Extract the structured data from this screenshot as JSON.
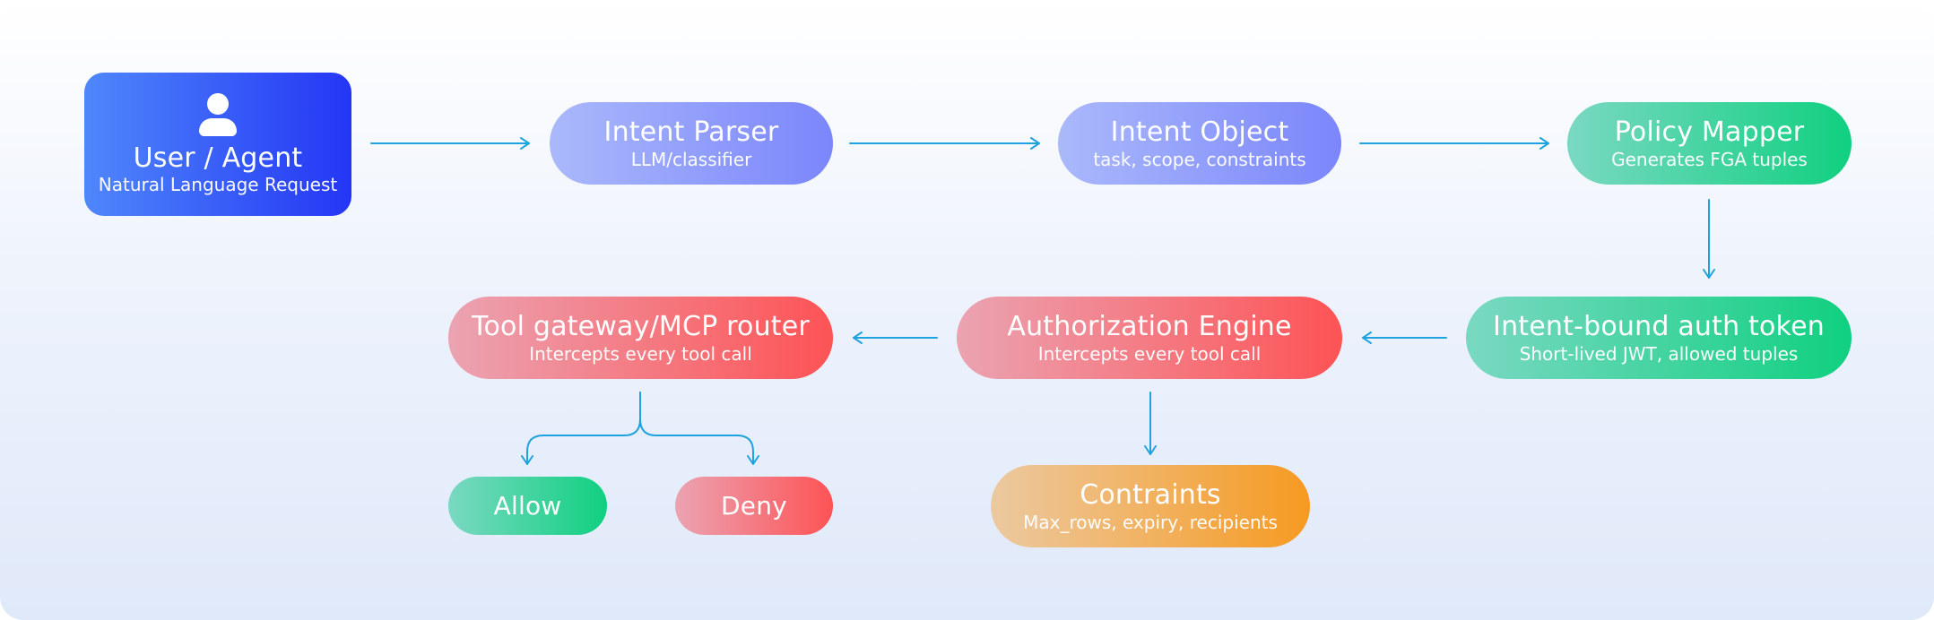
{
  "nodes": {
    "user": {
      "title": "User / Agent",
      "subtitle": "Natural Language Request",
      "icon": "user-icon"
    },
    "intent_parser": {
      "title": "Intent Parser",
      "subtitle": "LLM/classifier"
    },
    "intent_object": {
      "title": "Intent Object",
      "subtitle": "task, scope, constraints"
    },
    "policy_mapper": {
      "title": "Policy Mapper",
      "subtitle": "Generates FGA tuples"
    },
    "auth_token": {
      "title": "Intent-bound auth token",
      "subtitle": "Short-lived JWT, allowed tuples"
    },
    "auth_engine": {
      "title": "Authorization Engine",
      "subtitle": "Intercepts every tool call"
    },
    "tool_gateway": {
      "title": "Tool gateway/MCP router",
      "subtitle": "Intercepts every tool call"
    },
    "constraints": {
      "title": "Contraints",
      "subtitle": "Max_rows, expiry, recipients"
    },
    "allow": {
      "title": "Allow"
    },
    "deny": {
      "title": "Deny"
    }
  },
  "edges": [
    {
      "from": "user",
      "to": "intent_parser"
    },
    {
      "from": "intent_parser",
      "to": "intent_object"
    },
    {
      "from": "intent_object",
      "to": "policy_mapper"
    },
    {
      "from": "policy_mapper",
      "to": "auth_token"
    },
    {
      "from": "auth_token",
      "to": "auth_engine"
    },
    {
      "from": "auth_engine",
      "to": "tool_gateway"
    },
    {
      "from": "auth_engine",
      "to": "constraints"
    },
    {
      "from": "tool_gateway",
      "to": "allow"
    },
    {
      "from": "tool_gateway",
      "to": "deny"
    }
  ],
  "colors": {
    "arrow": "#1fa3de",
    "user_gradient": [
      "#4f87fb",
      "#2436f5"
    ],
    "purple_gradient": [
      "#aab9fb",
      "#7b86fb"
    ],
    "green_gradient": [
      "#7ad8c2",
      "#10d080"
    ],
    "red_gradient": [
      "#eba3b2",
      "#fd5355"
    ],
    "orange_gradient": [
      "#ecc9a0",
      "#f69a22"
    ]
  }
}
